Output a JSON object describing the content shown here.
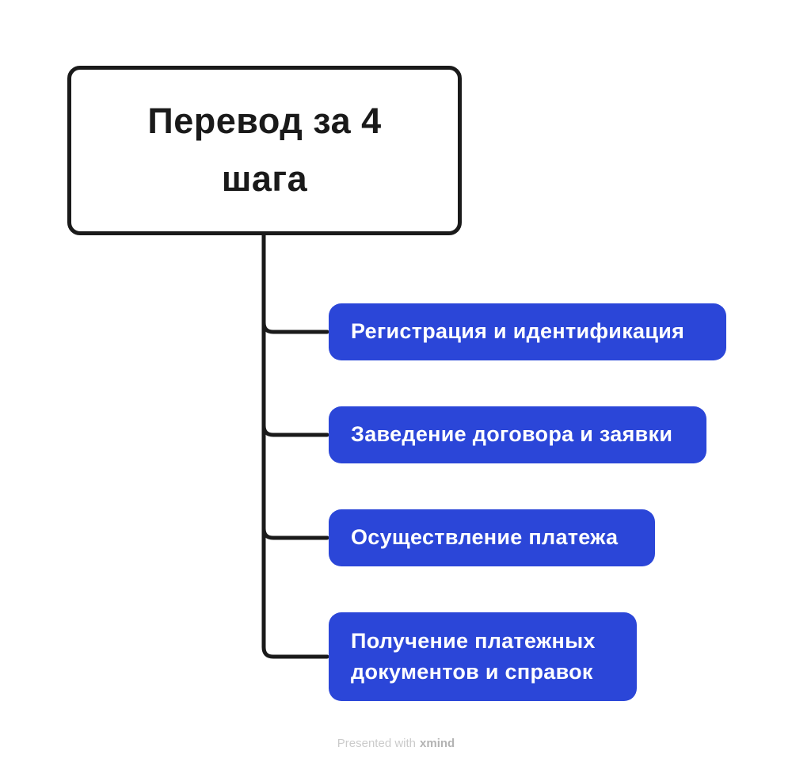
{
  "mindmap": {
    "root": {
      "label": "Перевод за 4 шага"
    },
    "children": [
      {
        "label": "Регистрация и идентификация"
      },
      {
        "label": "Заведение договора и заявки"
      },
      {
        "label": "Осуществление платежа"
      },
      {
        "label": "Получение платежных документов и справок"
      }
    ]
  },
  "footer": {
    "presented_with": "Presented with",
    "brand": "xmind"
  },
  "colors": {
    "background": "#FFFFFF",
    "topic_fill": "#2B46D8",
    "topic_text": "#FFFFFF",
    "root_fill": "#FFFFFF",
    "root_border": "#1A1A1A",
    "root_text": "#1A1A1A",
    "connector": "#1A1A1A",
    "watermark_text": "#CBCBCB",
    "watermark_brand": "#B3B3B3"
  }
}
